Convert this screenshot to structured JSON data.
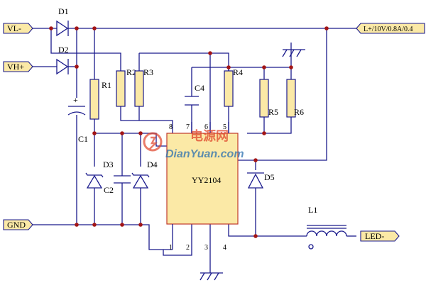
{
  "ports": {
    "vl": "VL-",
    "vh": "VH+",
    "gnd": "GND",
    "lplus": "L+/10V/0.8A/0.4",
    "led": "LED-"
  },
  "components": {
    "D1": "D1",
    "D2": "D2",
    "C1": "C1",
    "C1_plus": "+",
    "R1": "R1",
    "R2": "R2",
    "R3": "R3",
    "R4": "R4",
    "R5": "R5",
    "R6": "R6",
    "C4": "C4",
    "D3": "D3",
    "C2": "C2",
    "D4": "D4",
    "D5": "D5",
    "L1": "L1",
    "IC": "YY2104"
  },
  "pins": {
    "p1": "1",
    "p2": "2",
    "p3": "3",
    "p4": "4",
    "p5": "5",
    "p6": "6",
    "p7": "7",
    "p8": "8"
  },
  "watermark": {
    "cn": "电源网",
    "url": "DianYuan.com"
  },
  "colors": {
    "wire": "#1a1a8c",
    "junction": "#a31515",
    "component_fill": "#fbe9a6",
    "ic_border": "#c0392b"
  }
}
